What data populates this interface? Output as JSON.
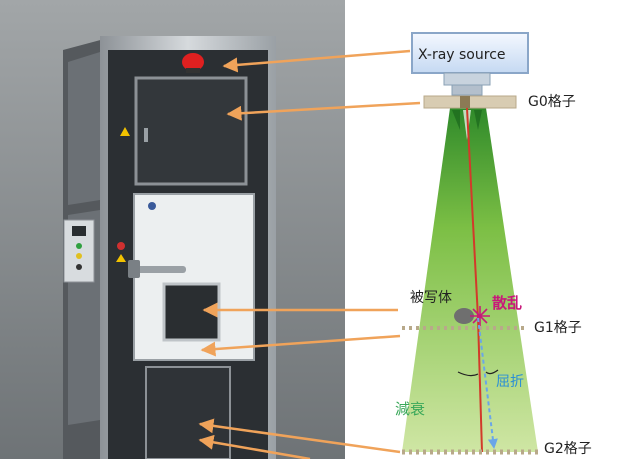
{
  "labels": {
    "xray_source": "X-ray source",
    "g0": "G0格子",
    "g1": "G1格子",
    "g2": "G2格子",
    "subject": "被写体",
    "scatter": "散乱",
    "refraction": "屈折",
    "attenuation": "減衰"
  },
  "colors": {
    "arrow": "#f0a35a",
    "beam": "#8cc63f",
    "ray": "#d23a2a",
    "refracted_ray": "#6aa6e8",
    "scatter_text": "#c8197a",
    "refraction_text": "#2a8fd6",
    "attenuation_text": "#3aa85a",
    "cabinet": "#2b2f33",
    "cabinet_frame": "#b7bcc1"
  },
  "icons": [
    "warning-light-icon",
    "warning-triangle-icon",
    "door-handle-icon",
    "control-panel-icon",
    "scatter-star-icon"
  ]
}
